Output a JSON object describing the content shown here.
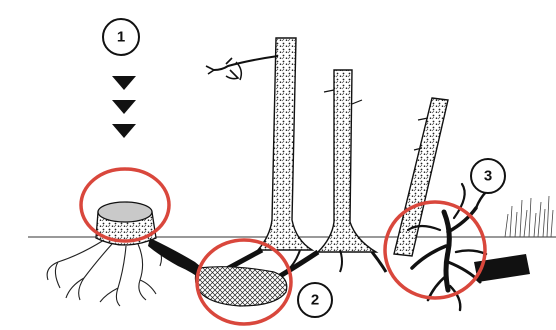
{
  "diagram": {
    "markers": [
      {
        "label": "1"
      },
      {
        "label": "2"
      },
      {
        "label": "3"
      }
    ],
    "colors": {
      "ink": "#111111",
      "highlight": "#d9473c",
      "stump_top": "#c9c9c9",
      "background": "#ffffff"
    },
    "icons": [
      "down-arrow-icon",
      "down-arrow-icon",
      "down-arrow-icon"
    ]
  }
}
